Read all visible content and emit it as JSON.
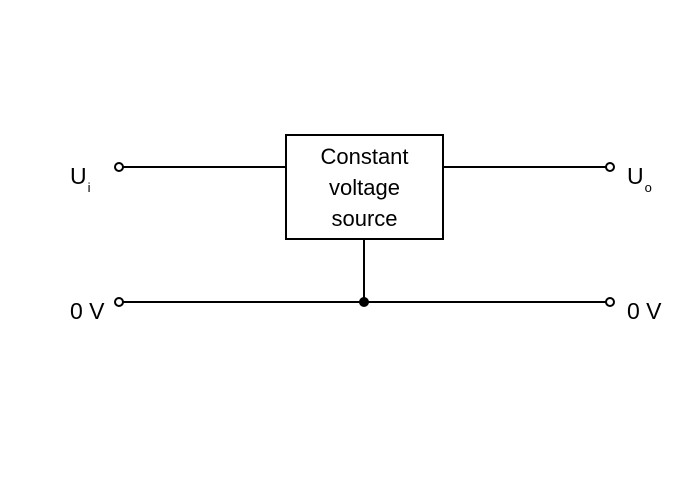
{
  "diagram": {
    "block": {
      "line1": "Constant",
      "line2": "voltage",
      "line3": "source"
    },
    "input": {
      "symbol": "U",
      "subscript": "i"
    },
    "output": {
      "symbol": "U",
      "subscript": "o"
    },
    "ground_left": "0 V",
    "ground_right": "0 V"
  },
  "colors": {
    "stroke": "#000000",
    "background": "#ffffff"
  }
}
